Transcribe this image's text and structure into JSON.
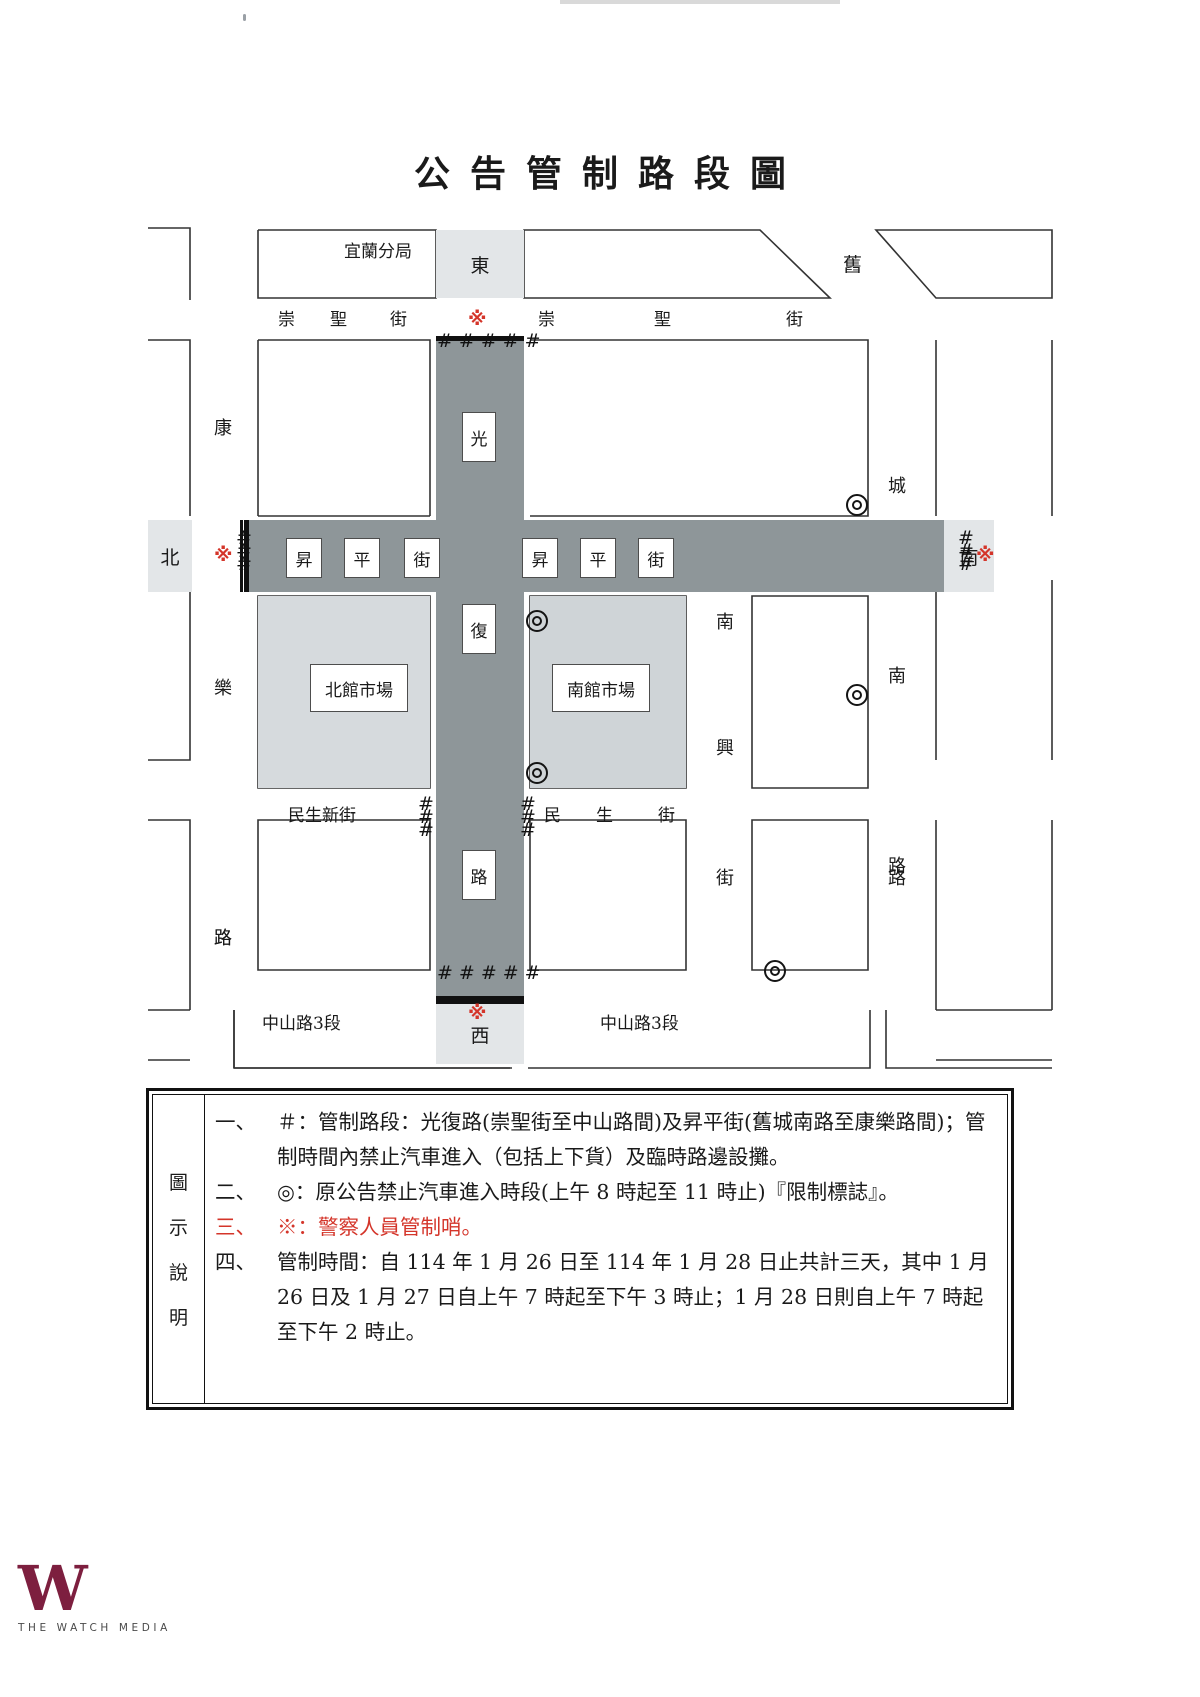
{
  "title": "公告管制路段圖",
  "map": {
    "police_station": "宜蘭分局",
    "direction_east": "東",
    "direction_west": "西",
    "direction_north": "北",
    "direction_south": "南",
    "old_label": "舊",
    "streets": {
      "chongsheng_left": [
        "崇",
        "聖",
        "街"
      ],
      "chongsheng_right": [
        "崇",
        "聖",
        "街"
      ],
      "shengping_left": [
        "昇",
        "平",
        "街"
      ],
      "shengping_right": [
        "昇",
        "平",
        "街"
      ],
      "guangfu": [
        "光",
        "復",
        "路"
      ],
      "kangle": [
        "康",
        "樂",
        "路"
      ],
      "jiuchengnan": [
        "城",
        "南",
        "路"
      ],
      "nannanxing": [
        "南",
        "南",
        "興",
        "街"
      ],
      "minsheng_new": "民生新街",
      "minsheng": [
        "民",
        "生",
        "街"
      ],
      "zhongshan_left": "中山路3段",
      "zhongshan_right": "中山路3段"
    },
    "markets": {
      "north": "北館市場",
      "south": "南館市場"
    },
    "symbols": {
      "hash": "#",
      "star": "※",
      "ring": "◎"
    }
  },
  "legend": {
    "key_label": [
      "圖",
      "示",
      "說",
      "明"
    ],
    "items": [
      {
        "num": "一、",
        "text": "＃：管制路段：光復路(崇聖街至中山路間)及昇平街(舊城南路至康樂路間)；管制時間內禁止汽車進入（包括上下貨）及臨時路邊設攤。",
        "red": false
      },
      {
        "num": "二、",
        "text": "◎：原公告禁止汽車進入時段(上午 8 時起至 11 時止)『限制標誌』。",
        "red": false
      },
      {
        "num": "三、",
        "text": "※：警察人員管制哨。",
        "red": true
      },
      {
        "num": "四、",
        "text": "管制時間：自 114 年 1 月 26 日至 114 年 1 月 28 日止共計三天，其中 1 月 26 日及 1 月 27 日自上午 7 時起至下午 3 時止；1 月 28 日則自上午 7 時起至下午 2 時止。",
        "red": false
      }
    ]
  },
  "watermark": {
    "glyph": "W",
    "caption": "THE WATCH MEDIA"
  }
}
